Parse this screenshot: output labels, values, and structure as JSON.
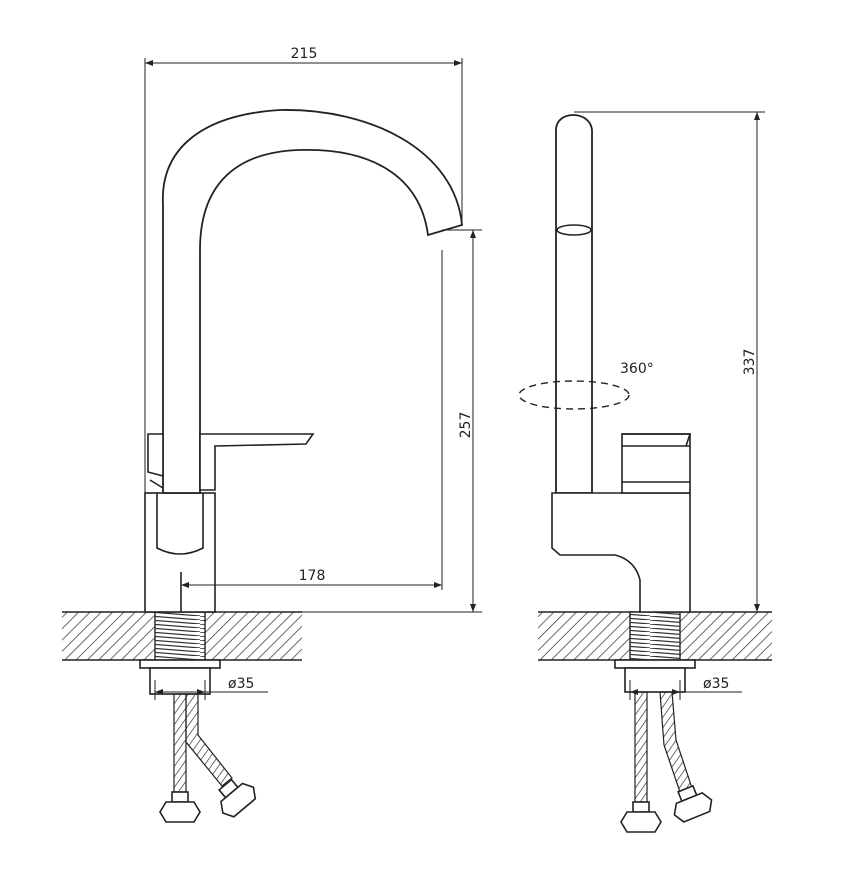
{
  "dimensions": {
    "overall_width": "215",
    "spout_height": "257",
    "spout_reach": "178",
    "overall_height": "337",
    "base_diameter_front": "ø35",
    "base_diameter_side": "ø35",
    "rotation": "360°"
  },
  "colors": {
    "line": "#222222",
    "hatch": "#444444",
    "background": "#ffffff"
  }
}
